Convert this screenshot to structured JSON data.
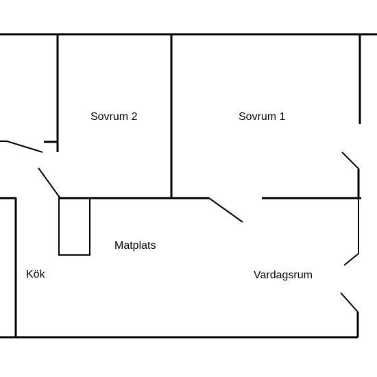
{
  "floorplan": {
    "rooms": [
      {
        "id": "sovrum-2",
        "label": "Sovrum 2"
      },
      {
        "id": "sovrum-1",
        "label": "Sovrum 1"
      },
      {
        "id": "matplats",
        "label": "Matplats"
      },
      {
        "id": "kok",
        "label": "Kök"
      },
      {
        "id": "vardagsrum",
        "label": "Vardagsrum"
      }
    ]
  },
  "colors": {
    "background": "#ffffff",
    "line": "#000000"
  }
}
